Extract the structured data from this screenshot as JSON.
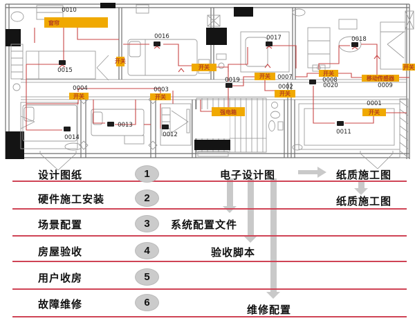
{
  "floorplan": {
    "device_ids": [
      "0010",
      "0016",
      "0017",
      "0018",
      "0015",
      "0004",
      "0003",
      "0019",
      "0007",
      "0002",
      "0008",
      "0020",
      "0009",
      "0001",
      "0013",
      "0014",
      "0012",
      "0011"
    ],
    "tag_curtain": "窗帘",
    "tag_switch": "开关",
    "tag_power_box": "强电箱",
    "tag_motion_sensor": "移动传感器"
  },
  "workflow": {
    "steps": [
      {
        "number": "1",
        "label": "设计图纸"
      },
      {
        "number": "2",
        "label": "硬件施工安装"
      },
      {
        "number": "3",
        "label": "场景配置"
      },
      {
        "number": "4",
        "label": "房屋验收"
      },
      {
        "number": "5",
        "label": "用户收房"
      },
      {
        "number": "6",
        "label": "故障维修"
      }
    ],
    "artifacts": {
      "electronic_design": "电子设计图",
      "paper_construction_top": "纸质施工图",
      "paper_construction_row2": "纸质施工图",
      "system_config": "系统配置文件",
      "acceptance_script": "验收脚本",
      "maintenance_config": "维修配置"
    }
  },
  "colors": {
    "highlight_yellow": "#f0a902",
    "wire_red": "#c84545",
    "separator_red": "#cf4355",
    "arrow_gray": "#c9c9c9",
    "circle_gray": "#cbcbcb"
  }
}
